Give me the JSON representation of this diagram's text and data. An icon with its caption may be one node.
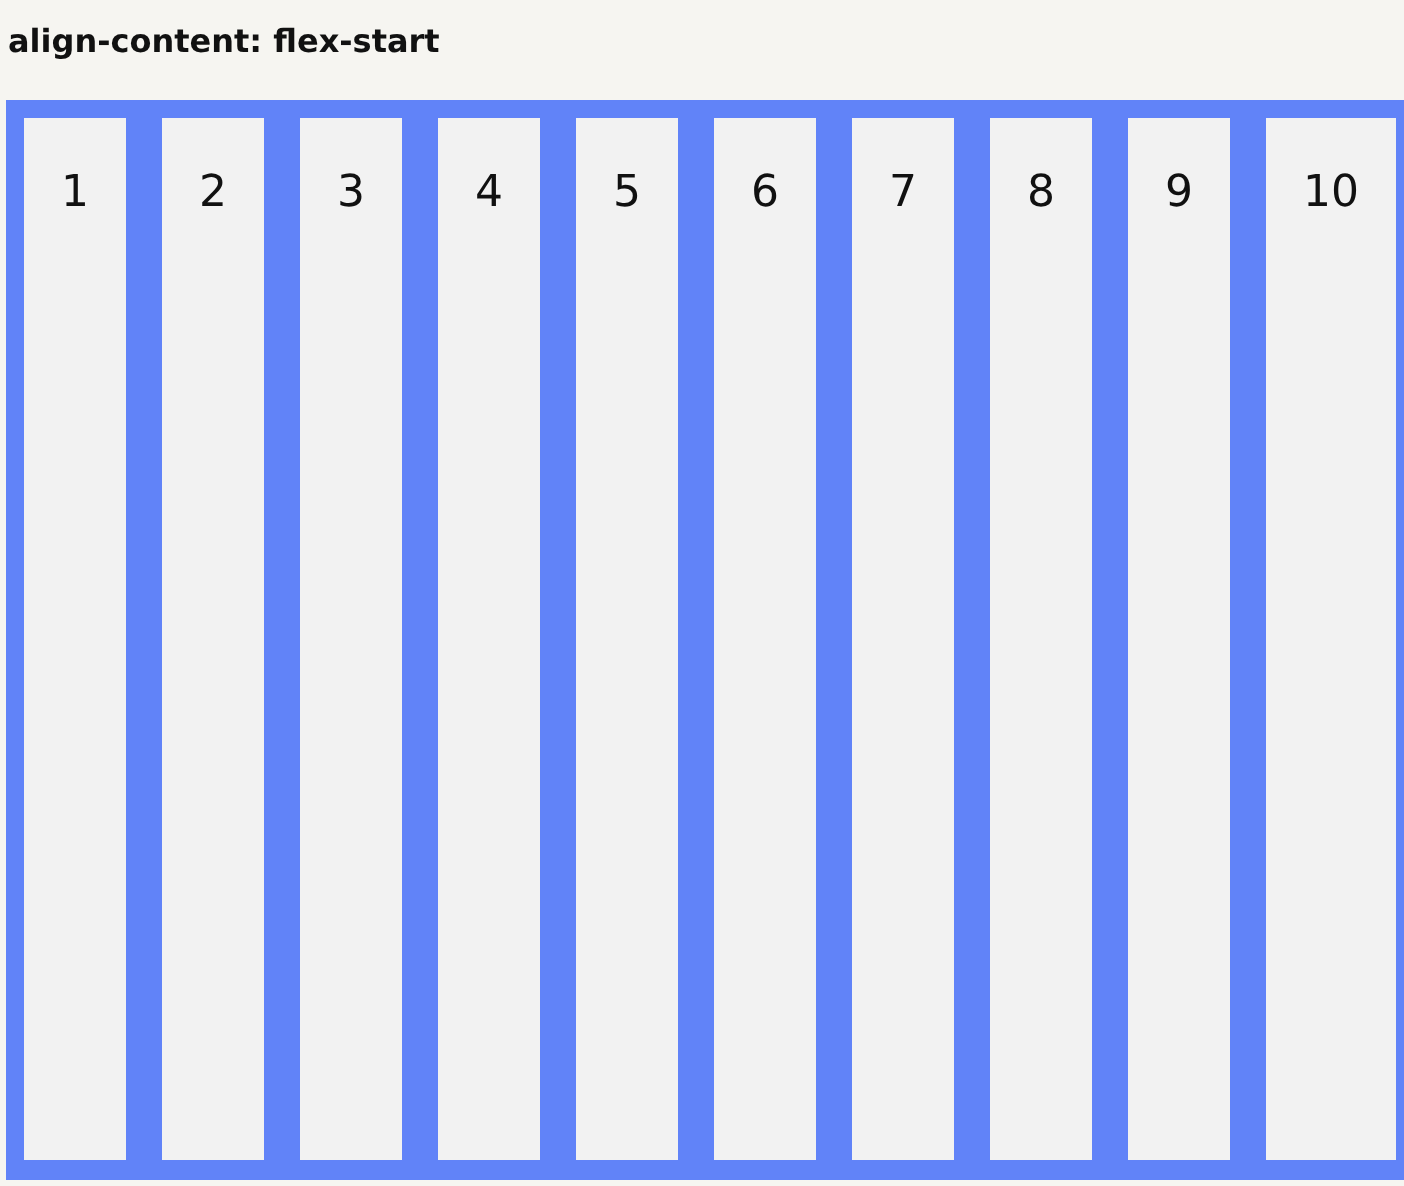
{
  "diagram": {
    "title": "align-content: flex-start",
    "nodes": [
      {
        "text": [],
        "shape": "box"
      },
      {
        "text": [
          "1"
        ],
        "in": 0
      },
      {
        "text": [
          "2"
        ],
        "in": 0
      },
      {
        "text": [
          "3"
        ],
        "in": 0
      },
      {
        "text": [
          "4"
        ],
        "in": 0
      },
      {
        "text": [
          "5"
        ],
        "in": 0
      },
      {
        "text": [
          "6"
        ],
        "in": 0
      },
      {
        "text": [
          "7"
        ],
        "in": 0
      },
      {
        "text": [
          "8"
        ],
        "in": 0
      },
      {
        "text": [
          "9"
        ],
        "in": 0
      },
      {
        "text": [
          "10"
        ],
        "in": 0
      }
    ]
  }
}
